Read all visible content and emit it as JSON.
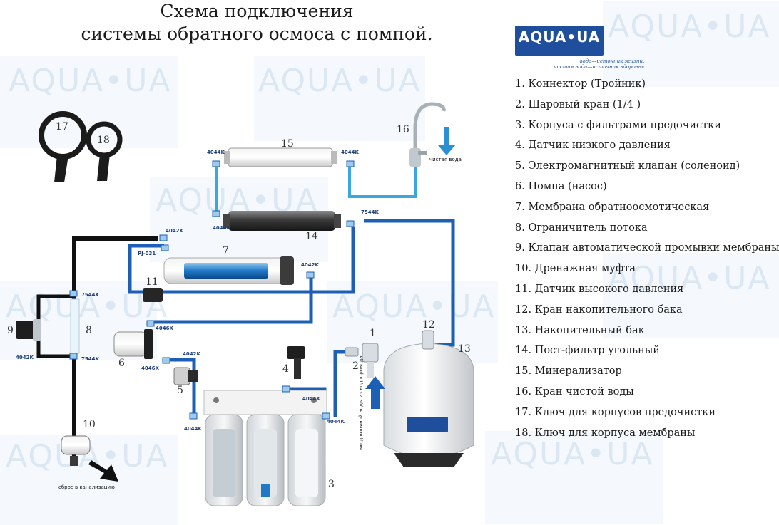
{
  "title": {
    "line1": "Схема подключения",
    "line2": "системы обратного осмоса с помпой."
  },
  "logo": {
    "text": "AQUA•UA",
    "tagline1": "вода—источник жизни,",
    "tagline2": "чистая вода—источник здоровья"
  },
  "watermark": "AQUA•UA",
  "legend": [
    "1. Коннектор (Тройник)",
    "2. Шаровый кран (1/4 )",
    "3. Корпуса с фильтрами предочистки",
    "4. Датчик низкого давления",
    "5. Электромагнитный клапан (соленоид)",
    "6. Помпа (насос)",
    "7. Мембрана обратноосмотическая",
    "8. Ограничитель потока",
    "9. Клапан автоматической промывки мембраны",
    "10. Дренажная муфта",
    "11. Датчик высокого давления",
    "12. Кран накопительного бака",
    "13. Накопительный бак",
    "14. Пост-фильтр угольный",
    "15. Минерализатор",
    "16. Кран чистой воды",
    "17. Ключ для корпусов предочистки",
    "18. Ключ для корпуса мембраны"
  ],
  "numbers": {
    "n1": "1",
    "n2": "2",
    "n3": "3",
    "n4": "4",
    "n5": "5",
    "n6": "6",
    "n7": "7",
    "n8": "8",
    "n9": "9",
    "n10": "10",
    "n11": "11",
    "n12": "12",
    "n13": "13",
    "n14": "14",
    "n15": "15",
    "n16": "16",
    "n17": "17",
    "n18": "18"
  },
  "fittings": {
    "f4044k": "4044K",
    "f4042k": "4042K",
    "f7544k": "7544K",
    "f4046k": "4046K",
    "pj031": "PJ-031"
  },
  "annotations": {
    "clean_water": "чистая вода",
    "drain": "сброс в канализацию",
    "inlet": "вход водяной воды из водопровода"
  },
  "colors": {
    "pipe_blue": "#1d5fb5",
    "pipe_light": "#3aa7e0",
    "pipe_black": "#111111",
    "accent_blue": "#2b8fd6"
  }
}
